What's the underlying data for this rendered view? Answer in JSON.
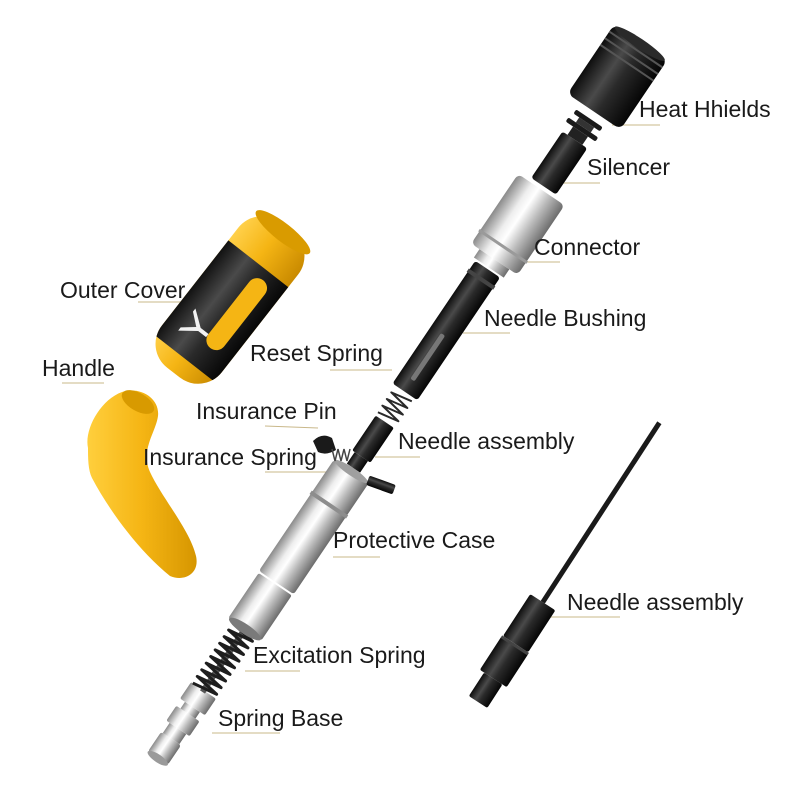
{
  "diagram": {
    "labels": {
      "heat_shields": "Heat Hhields",
      "silencer": "Silencer",
      "connector": "Connector",
      "outer_cover": "Outer Cover",
      "needle_bushing": "Needle Bushing",
      "reset_spring": "Reset Spring",
      "handle": "Handle",
      "insurance_pin": "Insurance Pin",
      "needle_assembly": "Needle assembly",
      "insurance_spring": "Insurance Spring",
      "protective_case": "Protective Case",
      "needle_assembly_detail": "Needle assembly",
      "excitation_spring": "Excitation Spring",
      "spring_base": "Spring Base"
    },
    "colors": {
      "background": "#ffffff",
      "text": "#1a1a1a",
      "yellow": "#f5b514",
      "black": "#1c1c1c",
      "silver": "#cfcfcf",
      "leader_line": "#c9b88a"
    }
  }
}
